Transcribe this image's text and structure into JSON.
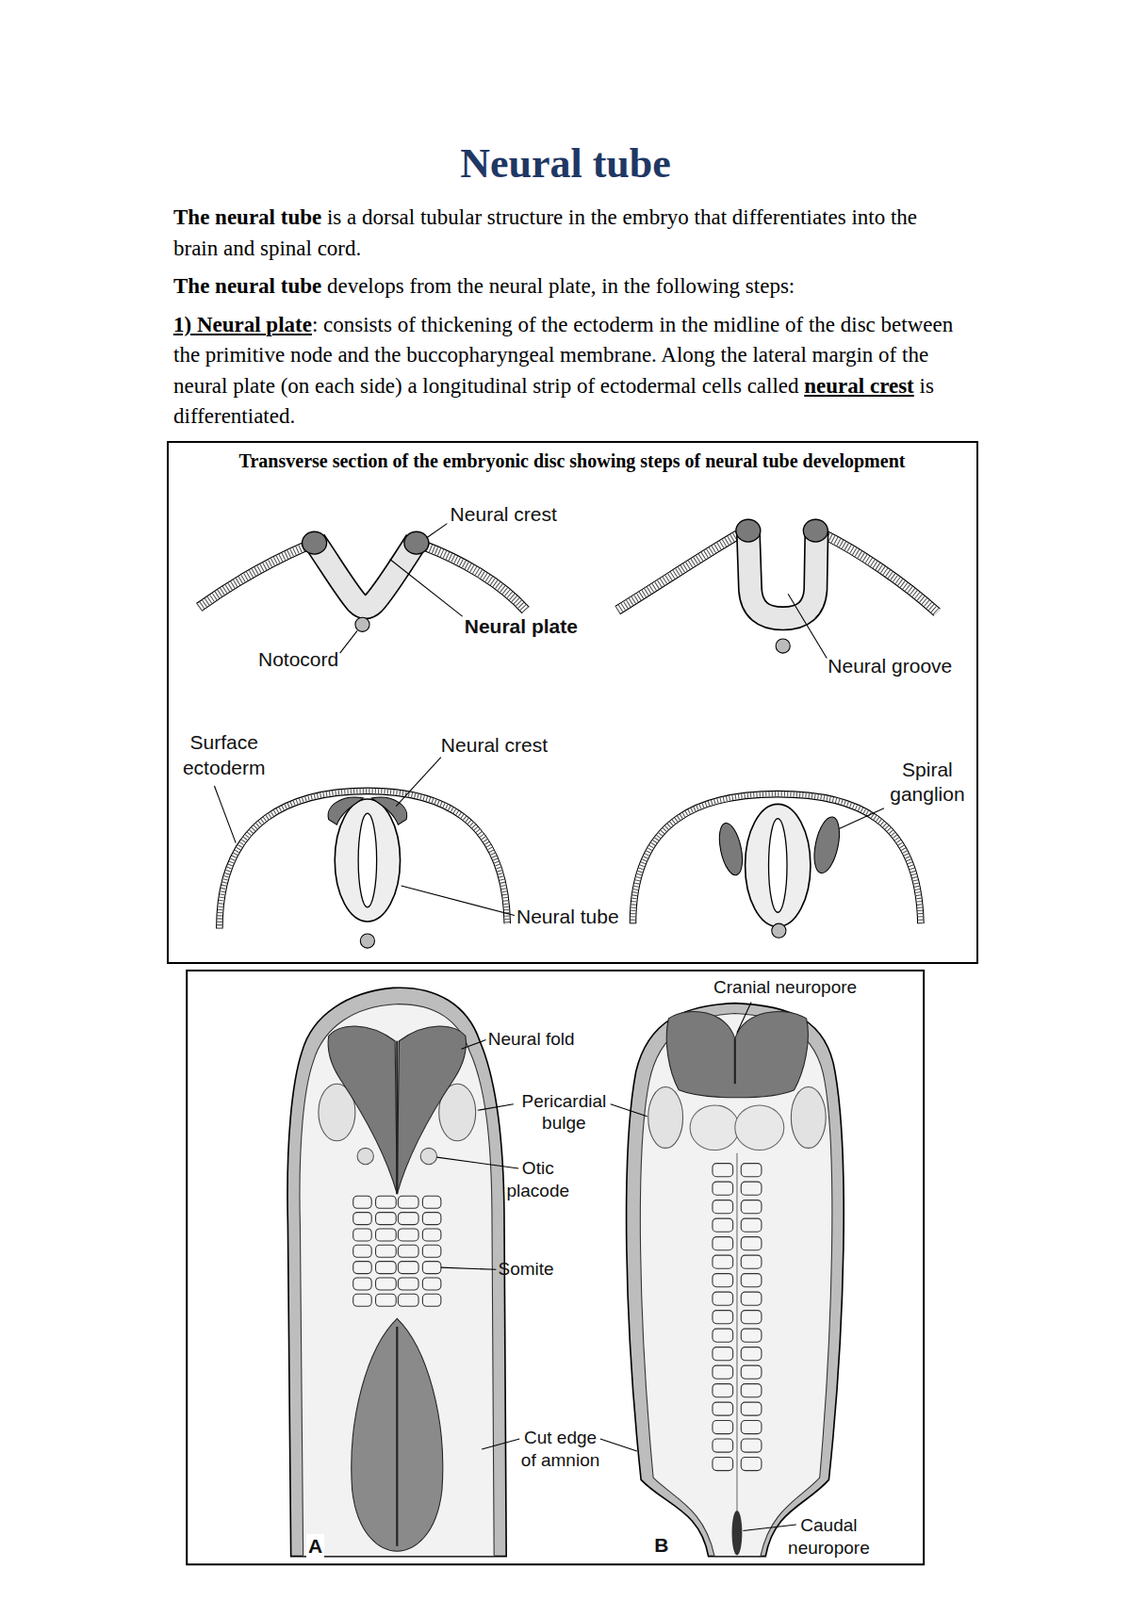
{
  "diagram": {
    "title": "Neural tube",
    "nodes": [
      {
        "text": [
          "Transverse section of the embryonic disc showing steps of neural tube development"
        ]
      }
    ],
    "labels": [
      "The neural tube",
      "is a dorsal tubular structure in the embryo that differentiates into the brain and spinal cord.",
      "The neural tube",
      "develops from the neural plate, in the following steps:",
      "1) Neural plate",
      ": consists of thickening of the ectoderm in the midline of the disc between the primitive node and the buccopharyngeal membrane. Along the lateral margin of the neural plate (on each side) a longitudinal strip of ectodermal cells called",
      "neural crest",
      "is differentiated.",
      "Neural crest",
      "Neural plate",
      "Notocord",
      "Neural groove",
      "Surface ectoderm",
      "Neural crest",
      "Neural tube",
      "Spiral ganglion",
      "Cranial neuropore",
      "Neural fold",
      "Pericardial bulge",
      "Otic placode",
      "Somite",
      "Cut edge of amnion",
      "Caudal neuropore",
      "A",
      "B"
    ]
  }
}
